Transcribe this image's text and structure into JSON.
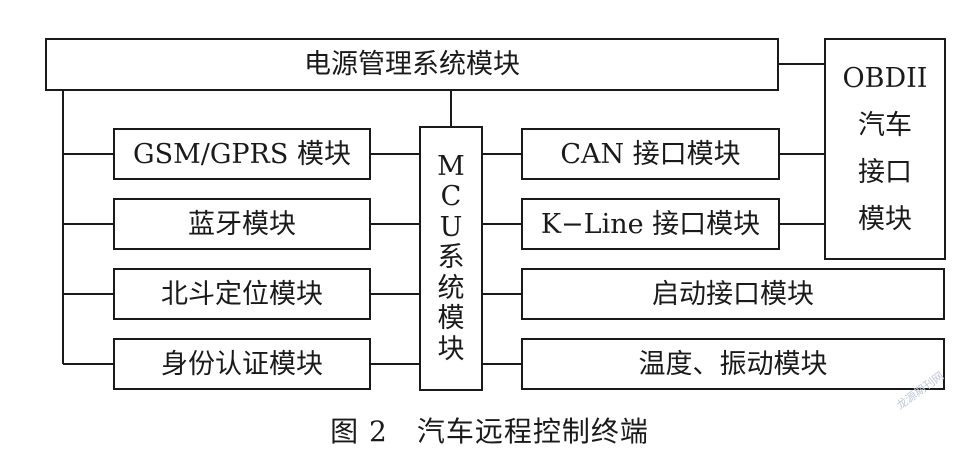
{
  "diagram": {
    "power_module": "电源管理系统模块",
    "mcu_module": "MCU系统模块",
    "obd_module": "OBDII汽车接口模块",
    "left_modules": [
      "GSM/GPRS 模块",
      "蓝牙模块",
      "北斗定位模块",
      "身份认证模块"
    ],
    "right_modules": [
      "CAN 接口模块",
      "K−Line 接口模块",
      "启动接口模块",
      "温度、振动模块"
    ]
  },
  "caption": "图 2　汽车远程控制终端",
  "watermark": "龙源期刊网"
}
